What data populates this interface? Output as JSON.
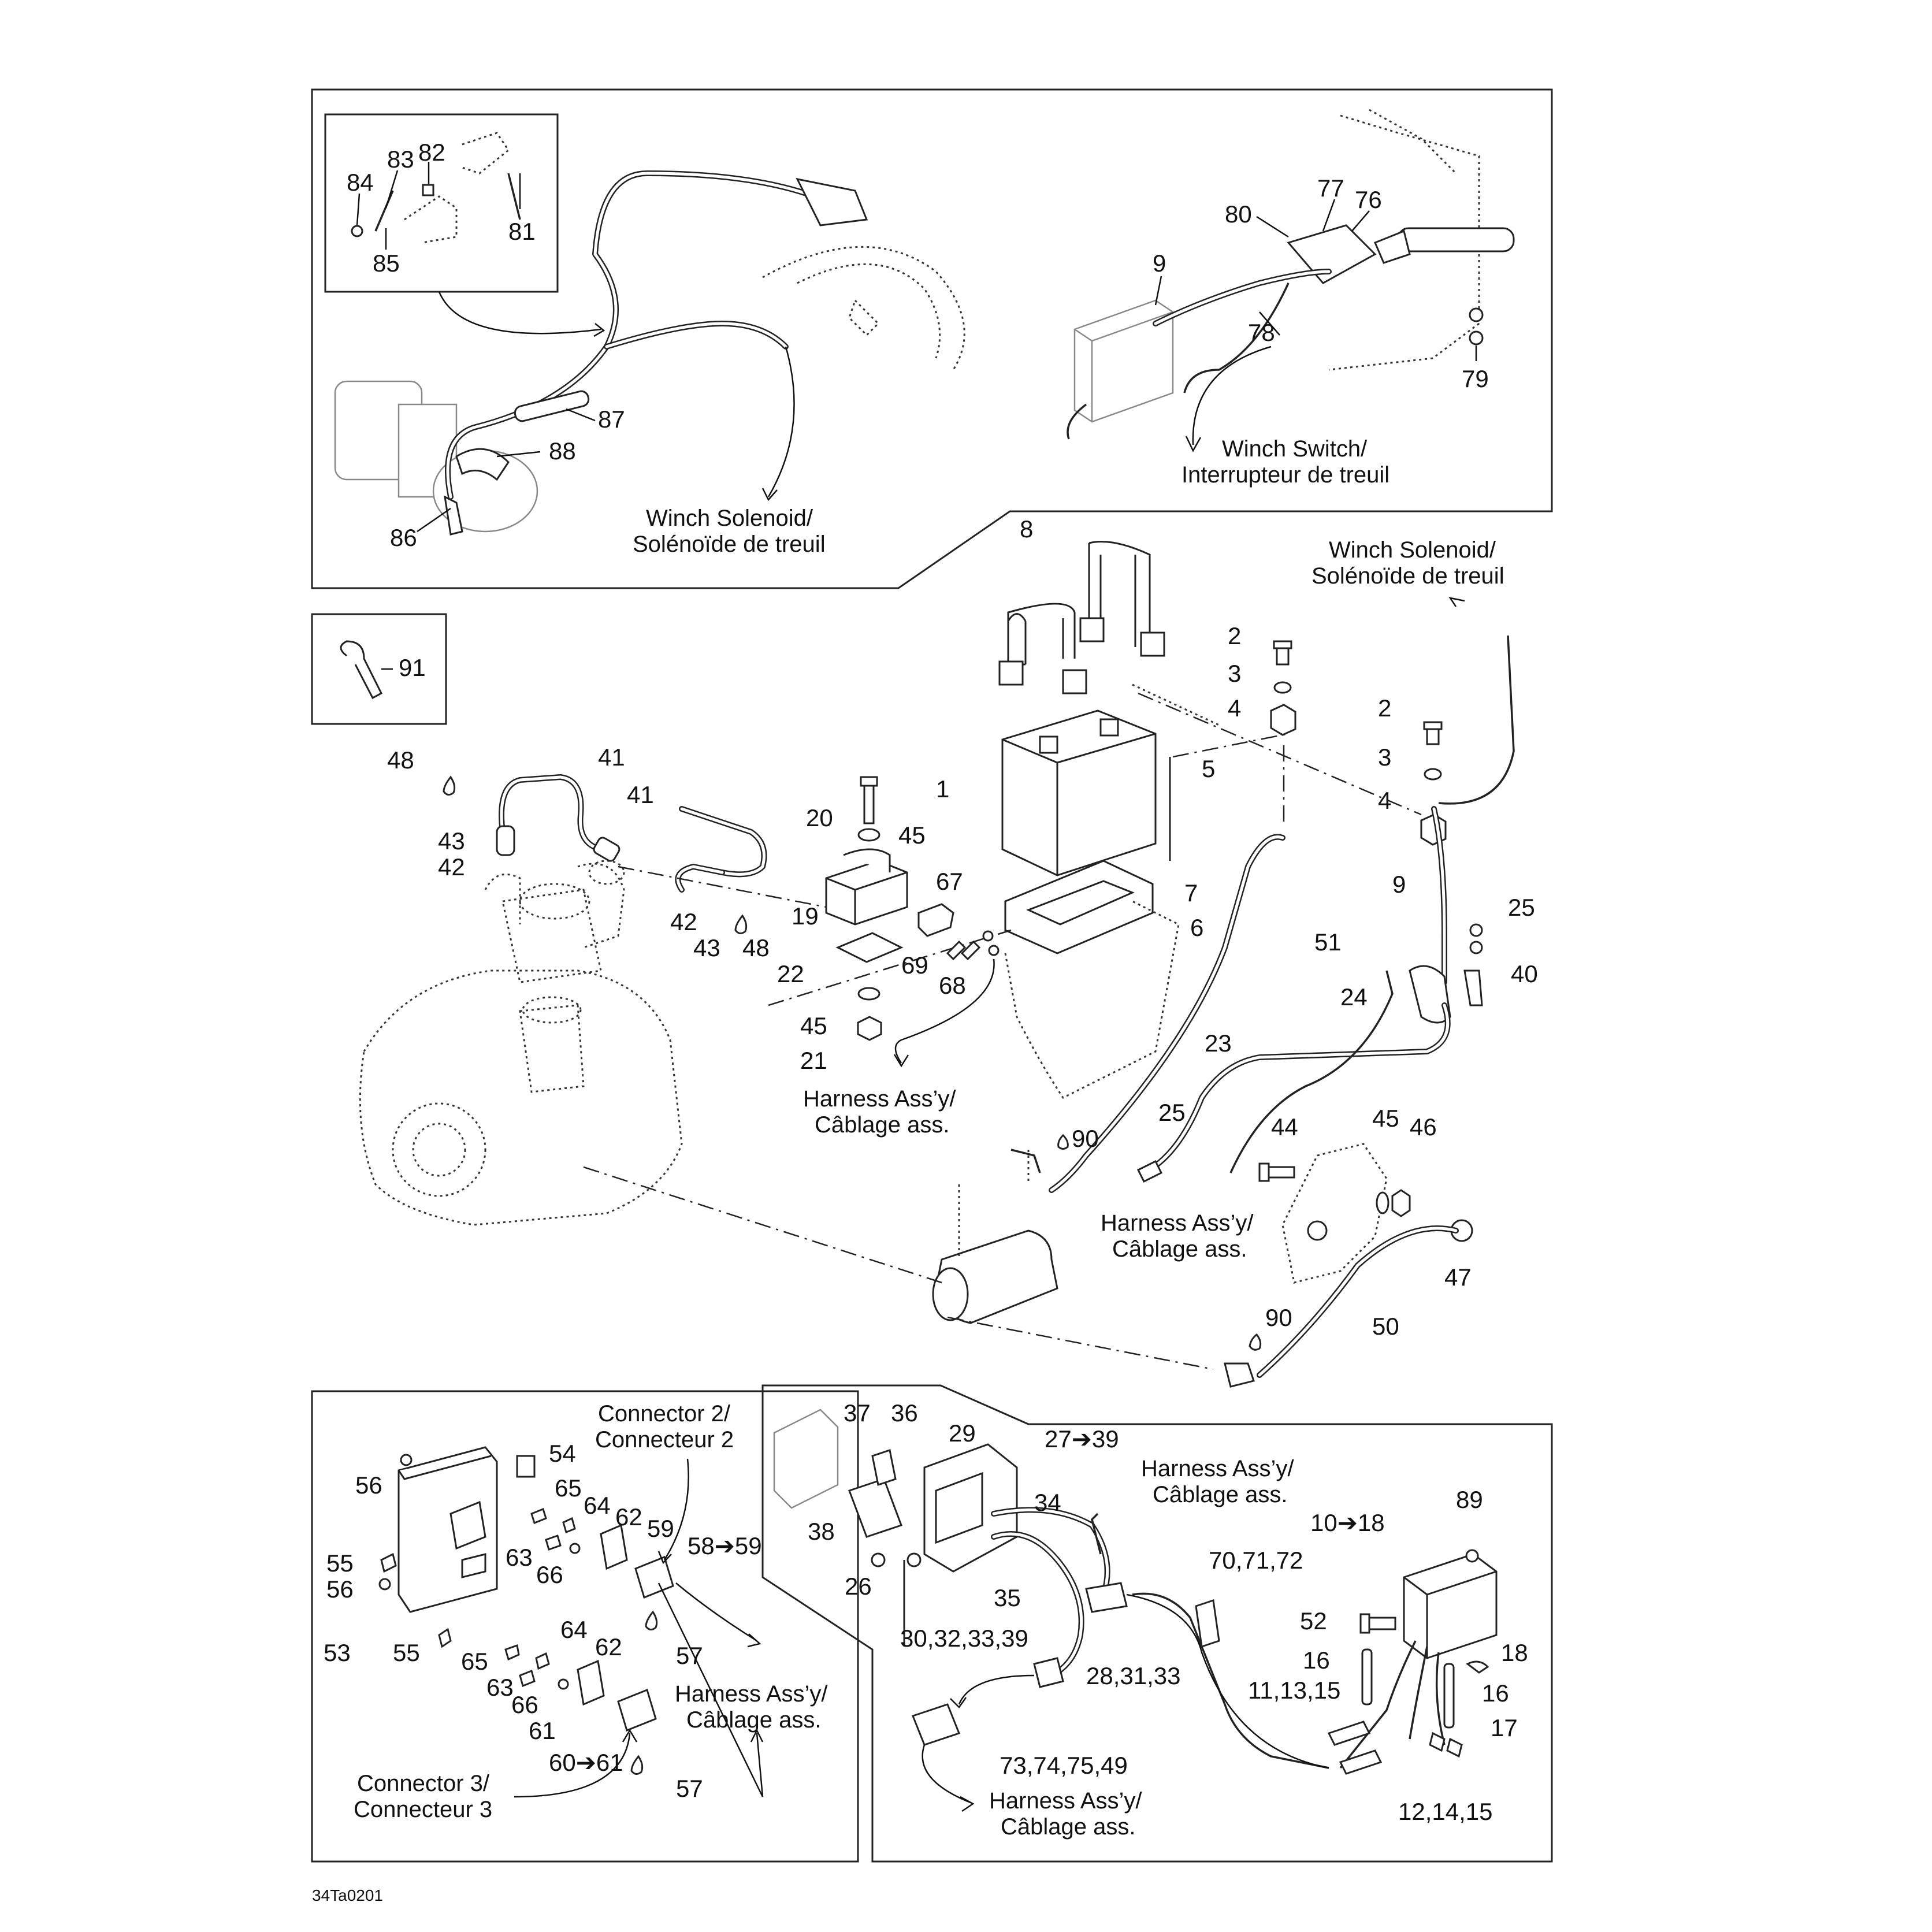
{
  "document": {
    "drawing_number": "34Ta0201"
  },
  "captions": {
    "winch_solenoid_top": [
      "Winch Solenoid/",
      "Solénoïde de treuil"
    ],
    "winch_switch": [
      "Winch Switch/",
      "Interrupteur de treuil"
    ],
    "winch_solenoid_right": [
      "Winch Solenoid/",
      "Solénoïde de treuil"
    ],
    "harness_center": [
      "Harness Ass’y/",
      "Câblage ass."
    ],
    "harness_starter": [
      "Harness Ass’y/",
      "Câblage ass."
    ],
    "connector_2": [
      "Connector 2/",
      "Connecteur 2"
    ],
    "harness_bottom_left": [
      "Harness Ass’y/",
      "Câblage ass."
    ],
    "connector_3": [
      "Connector 3/",
      "Connecteur 3"
    ],
    "harness_bottom_right_top": [
      "Harness Ass’y/",
      "Câblage ass."
    ],
    "harness_bottom_center": [
      "Harness Ass’y/",
      "Câblage ass."
    ]
  },
  "callouts": {
    "p84": "84",
    "p83": "83",
    "p82": "82",
    "p81": "81",
    "p85": "85",
    "p87": "87",
    "p88": "88",
    "p86": "86",
    "p80": "80",
    "p77": "77",
    "p76": "76",
    "p9a": "9",
    "p78": "78",
    "p79": "79",
    "p8": "8",
    "p91": "91",
    "p2a": "2",
    "p3a": "3",
    "p4a": "4",
    "p5": "5",
    "p2b": "2",
    "p3b": "3",
    "p4b": "4",
    "p9b": "9",
    "p1": "1",
    "p7": "7",
    "p6": "6",
    "p48a": "48",
    "p41a": "41",
    "p43a": "43",
    "p42a": "42",
    "p41b": "41",
    "p20": "20",
    "p45a": "45",
    "p67": "67",
    "p19": "19",
    "p42b": "42",
    "p43b": "43",
    "p48b": "48",
    "p22": "22",
    "p69": "69",
    "p68": "68",
    "p45b": "45",
    "p21": "21",
    "p25a": "25",
    "p51": "51",
    "p24": "24",
    "p40": "40",
    "p23": "23",
    "p90a": "90",
    "p25b": "25",
    "p44": "44",
    "p45c": "45",
    "p46": "46",
    "p47": "47",
    "p90b": "90",
    "p50": "50",
    "p56a": "56",
    "p54": "54",
    "p65a": "65",
    "p64a": "64",
    "p62a": "62",
    "p59": "59",
    "p58_59": "58➔59",
    "p55a": "55",
    "p63a": "63",
    "p66a": "66",
    "p56b": "56",
    "p53": "53",
    "p55b": "55",
    "p57a": "57",
    "p64b": "64",
    "p62b": "62",
    "p65b": "65",
    "p63b": "63",
    "p66b": "66",
    "p61": "61",
    "p60_61": "60➔61",
    "p57b": "57",
    "p37": "37",
    "p36": "36",
    "p29": "29",
    "p27_39": "27➔39",
    "p38": "38",
    "p34": "34",
    "p26": "26",
    "p35": "35",
    "p30_39": "30,32,33,39",
    "p28_33": "28,31,33",
    "p73_49": "73,74,75,49",
    "p89": "89",
    "p10_18": "10➔18",
    "p70_72": "70,71,72",
    "p52": "52",
    "p16a": "16",
    "p18": "18",
    "p16b": "16",
    "p11_15": "11,13,15",
    "p17": "17",
    "p12_15": "12,14,15"
  }
}
